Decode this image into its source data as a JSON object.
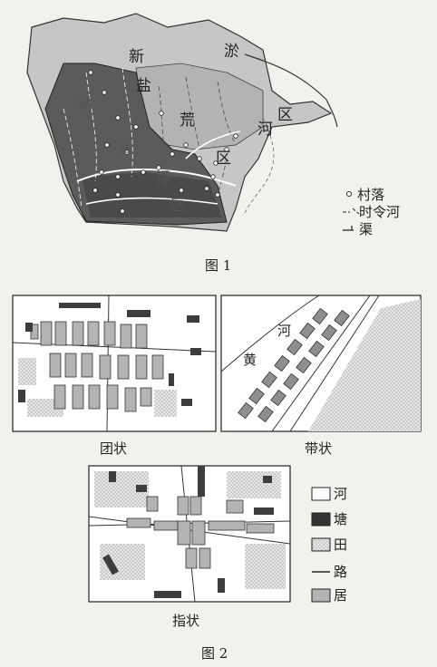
{
  "figure1": {
    "caption": "图 1",
    "region_labels": [
      "新",
      "淤",
      "盐",
      "荒",
      "河",
      "区",
      "区",
      "湖",
      "沼",
      "泽",
      "区"
    ],
    "legend": [
      {
        "icon": "village-circle-icon",
        "label": "村落"
      },
      {
        "icon": "seasonal-river-dashed-icon",
        "label": "时令河"
      },
      {
        "icon": "canal-line-icon",
        "label": "渠"
      }
    ]
  },
  "figure2": {
    "caption": "图 2",
    "panels": [
      {
        "label": "团状",
        "river_text": []
      },
      {
        "label": "带状",
        "river_text": [
          "河",
          "黄"
        ]
      },
      {
        "label": "指状",
        "river_text": []
      }
    ],
    "legend": [
      {
        "icon": "river-white-swatch-icon",
        "label": "河"
      },
      {
        "icon": "pond-black-swatch-icon",
        "label": "塘"
      },
      {
        "icon": "field-dotted-swatch-icon",
        "label": "田"
      },
      {
        "icon": "road-line-icon",
        "label": "路"
      },
      {
        "icon": "residence-gray-swatch-icon",
        "label": "居"
      }
    ]
  },
  "colors": {
    "dark": "#5a5a5a",
    "mid": "#9a9a9a",
    "light": "#c9c9c9",
    "paper": "#f3f1ec"
  }
}
